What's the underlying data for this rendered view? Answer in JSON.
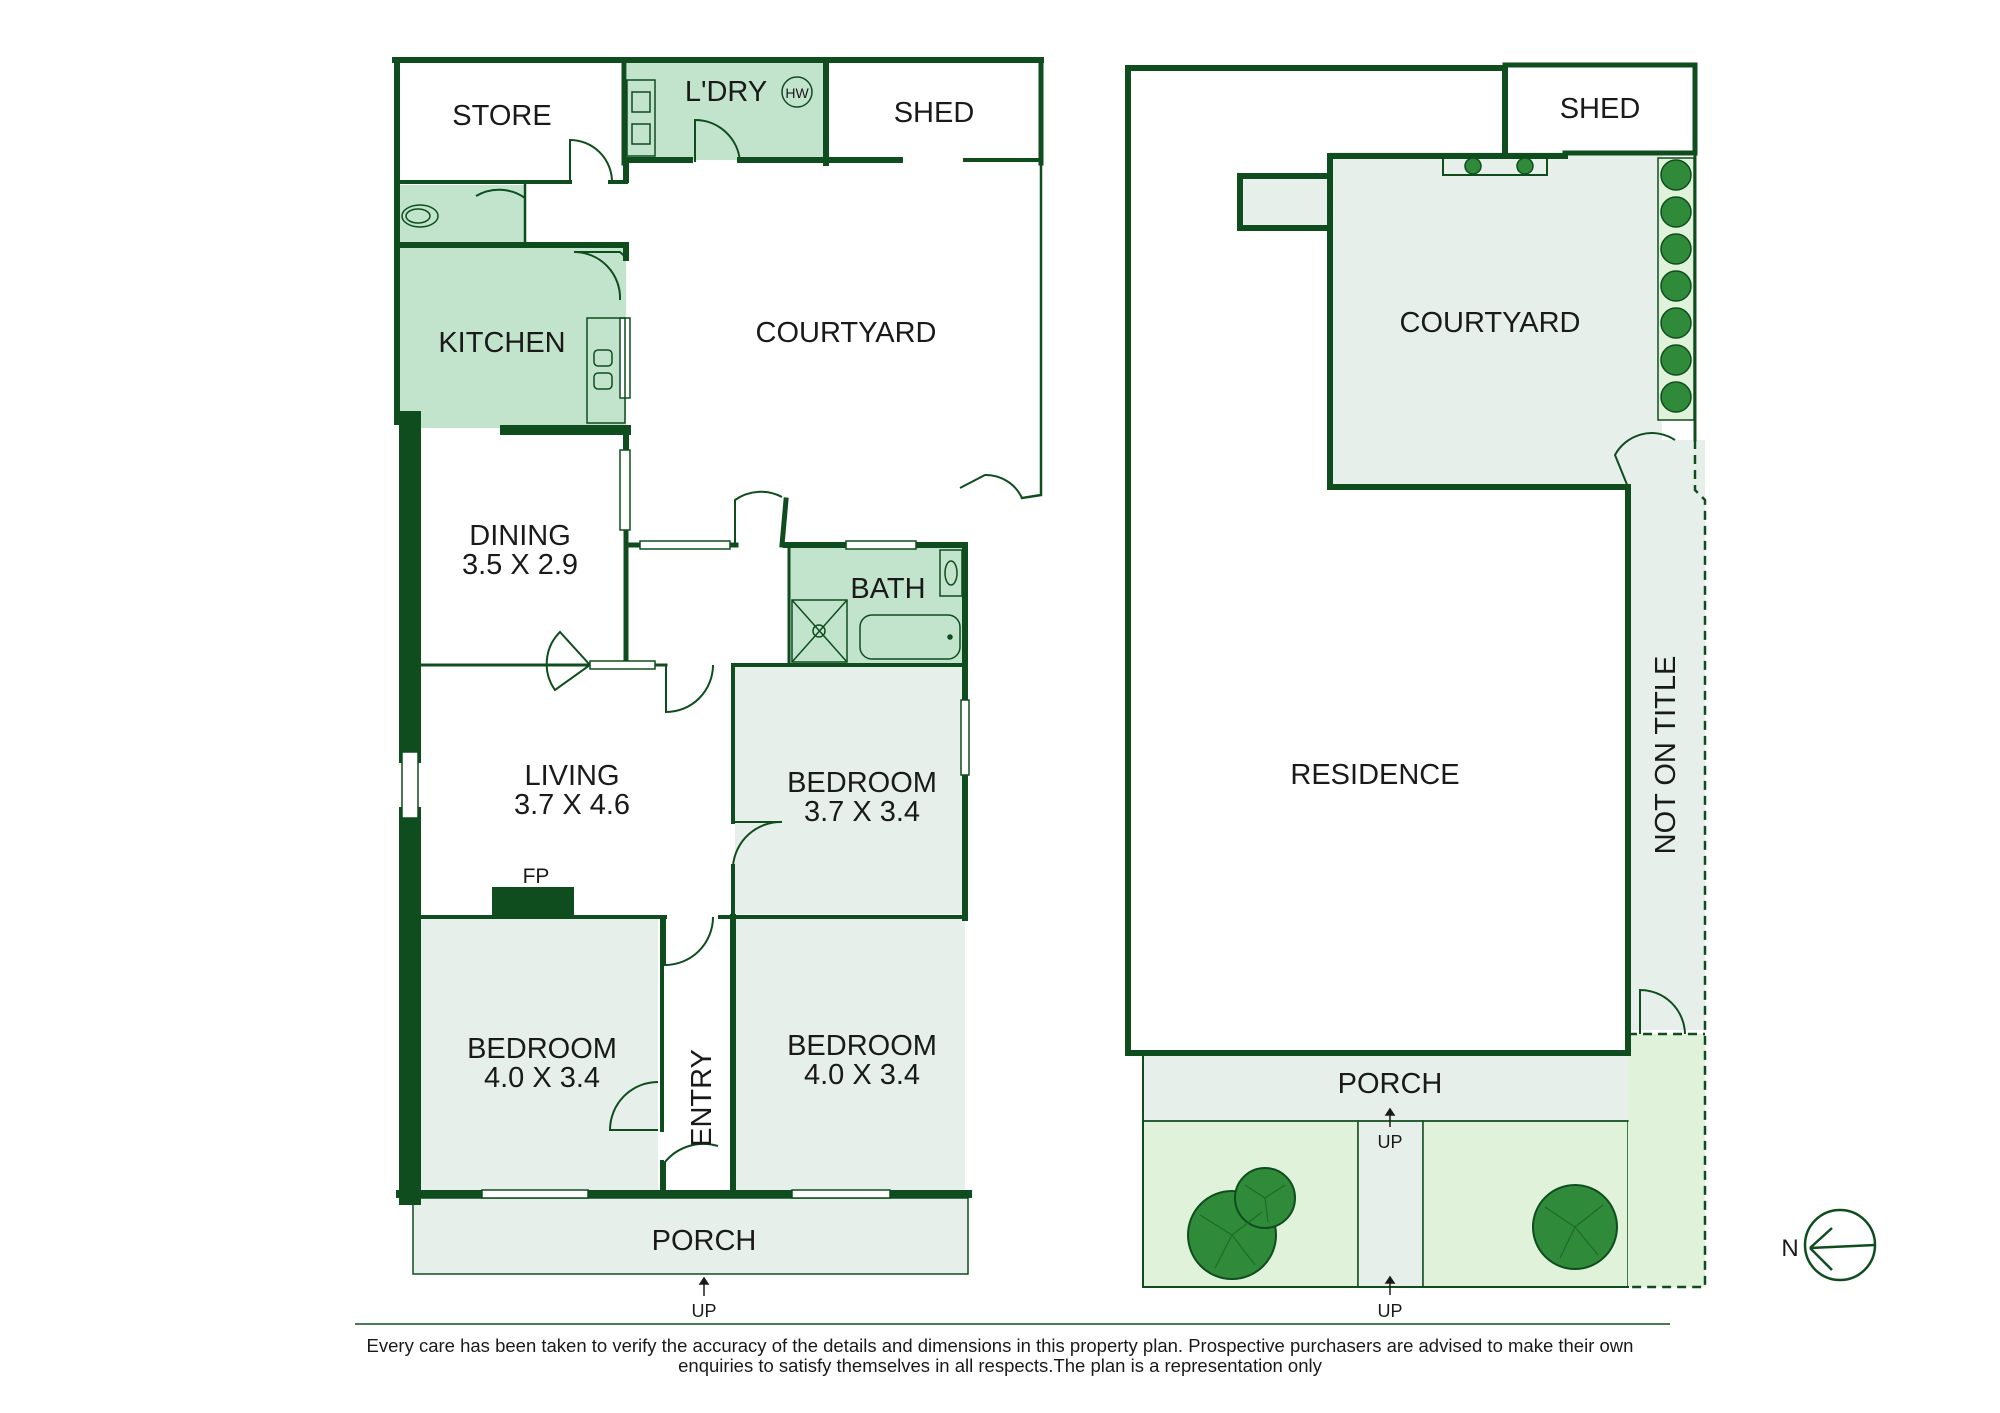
{
  "colors": {
    "wall": "#0f4d1f",
    "room_fill": "#e6efea",
    "wet_fill": "#c3e4cc",
    "garden_fill": "#e0f2d9",
    "tree_fill": "#2f8a3a"
  },
  "left_plan": {
    "store": "STORE",
    "laundry": "L'DRY",
    "hot_water": "HW",
    "shed": "SHED",
    "kitchen": "KITCHEN",
    "courtyard": "COURTYARD",
    "dining": {
      "name": "DINING",
      "dims": "3.5 X 2.9"
    },
    "bath": "BATH",
    "living": {
      "name": "LIVING",
      "dims": "3.7 X 4.6"
    },
    "fireplace": "FP",
    "bedroom_east": {
      "name": "BEDROOM",
      "dims": "3.7 X 3.4"
    },
    "bedroom_front_left": {
      "name": "BEDROOM",
      "dims": "4.0 X 3.4"
    },
    "bedroom_front_right": {
      "name": "BEDROOM",
      "dims": "4.0 X 3.4"
    },
    "entry": "ENTRY",
    "porch": "PORCH",
    "up": "UP"
  },
  "right_plan": {
    "shed": "SHED",
    "courtyard": "COURTYARD",
    "residence": "RESIDENCE",
    "not_on_title": "NOT ON TITLE",
    "porch": "PORCH",
    "up_upper": "UP",
    "up_lower": "UP"
  },
  "compass": {
    "label": "N",
    "icon": "north-arrow-icon"
  },
  "disclaimer": {
    "line1": "Every care has been taken to verify the accuracy of the details and dimensions in this property plan. Prospective purchasers are advised to make their own",
    "line2": "enquiries to satisfy themselves in all respects.The plan is a representation only"
  }
}
